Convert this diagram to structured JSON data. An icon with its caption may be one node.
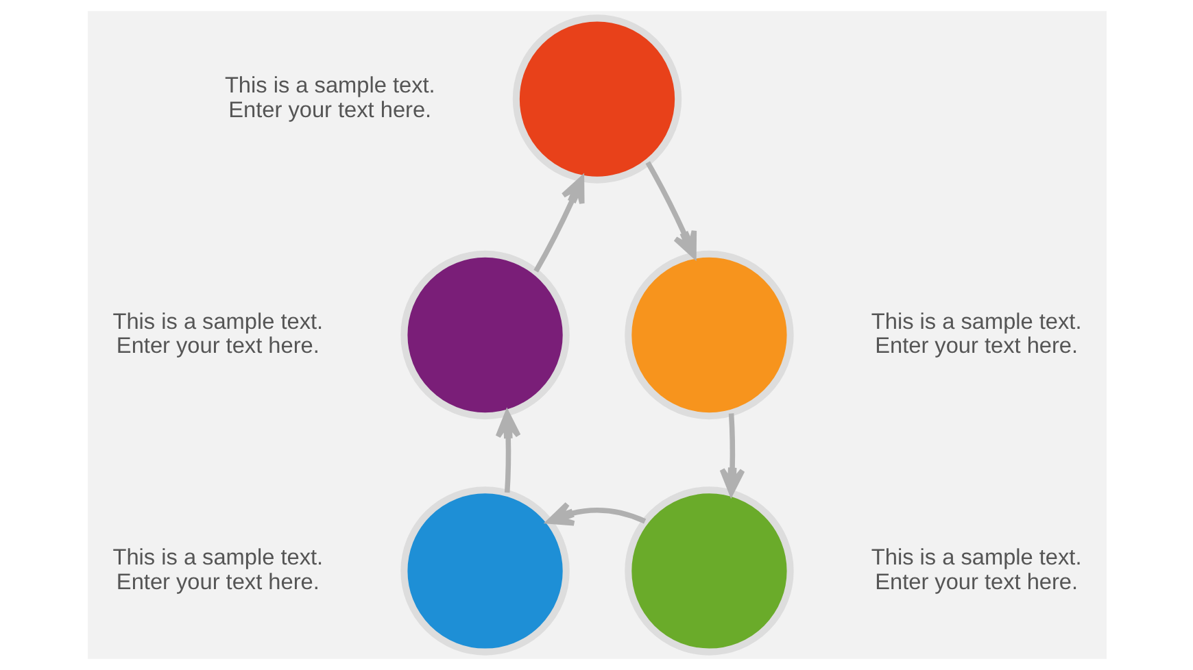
{
  "diagram": {
    "nodes": [
      {
        "text": [],
        "shape": "circle",
        "beside": [
          "This is a sample text. Enter your text here."
        ]
      },
      {
        "text": [],
        "shape": "circle",
        "beside": [
          "This is a sample text. Enter your text here."
        ]
      },
      {
        "text": [],
        "shape": "circle",
        "beside": [
          "This is a sample text. Enter your text here."
        ]
      },
      {
        "text": [],
        "shape": "circle",
        "beside": [
          "This is a sample text. Enter your text here."
        ]
      },
      {
        "text": [],
        "shape": "circle",
        "beside": [
          "This is a sample text. Enter your text here."
        ]
      }
    ],
    "edges": [
      {
        "from": 0,
        "to": 2,
        "arrow": "to"
      },
      {
        "from": 2,
        "to": 4,
        "arrow": "to"
      },
      {
        "from": 4,
        "to": 3,
        "arrow": "to"
      },
      {
        "from": 3,
        "to": 1,
        "arrow": "to"
      },
      {
        "from": 1,
        "to": 0,
        "arrow": "to"
      }
    ]
  }
}
